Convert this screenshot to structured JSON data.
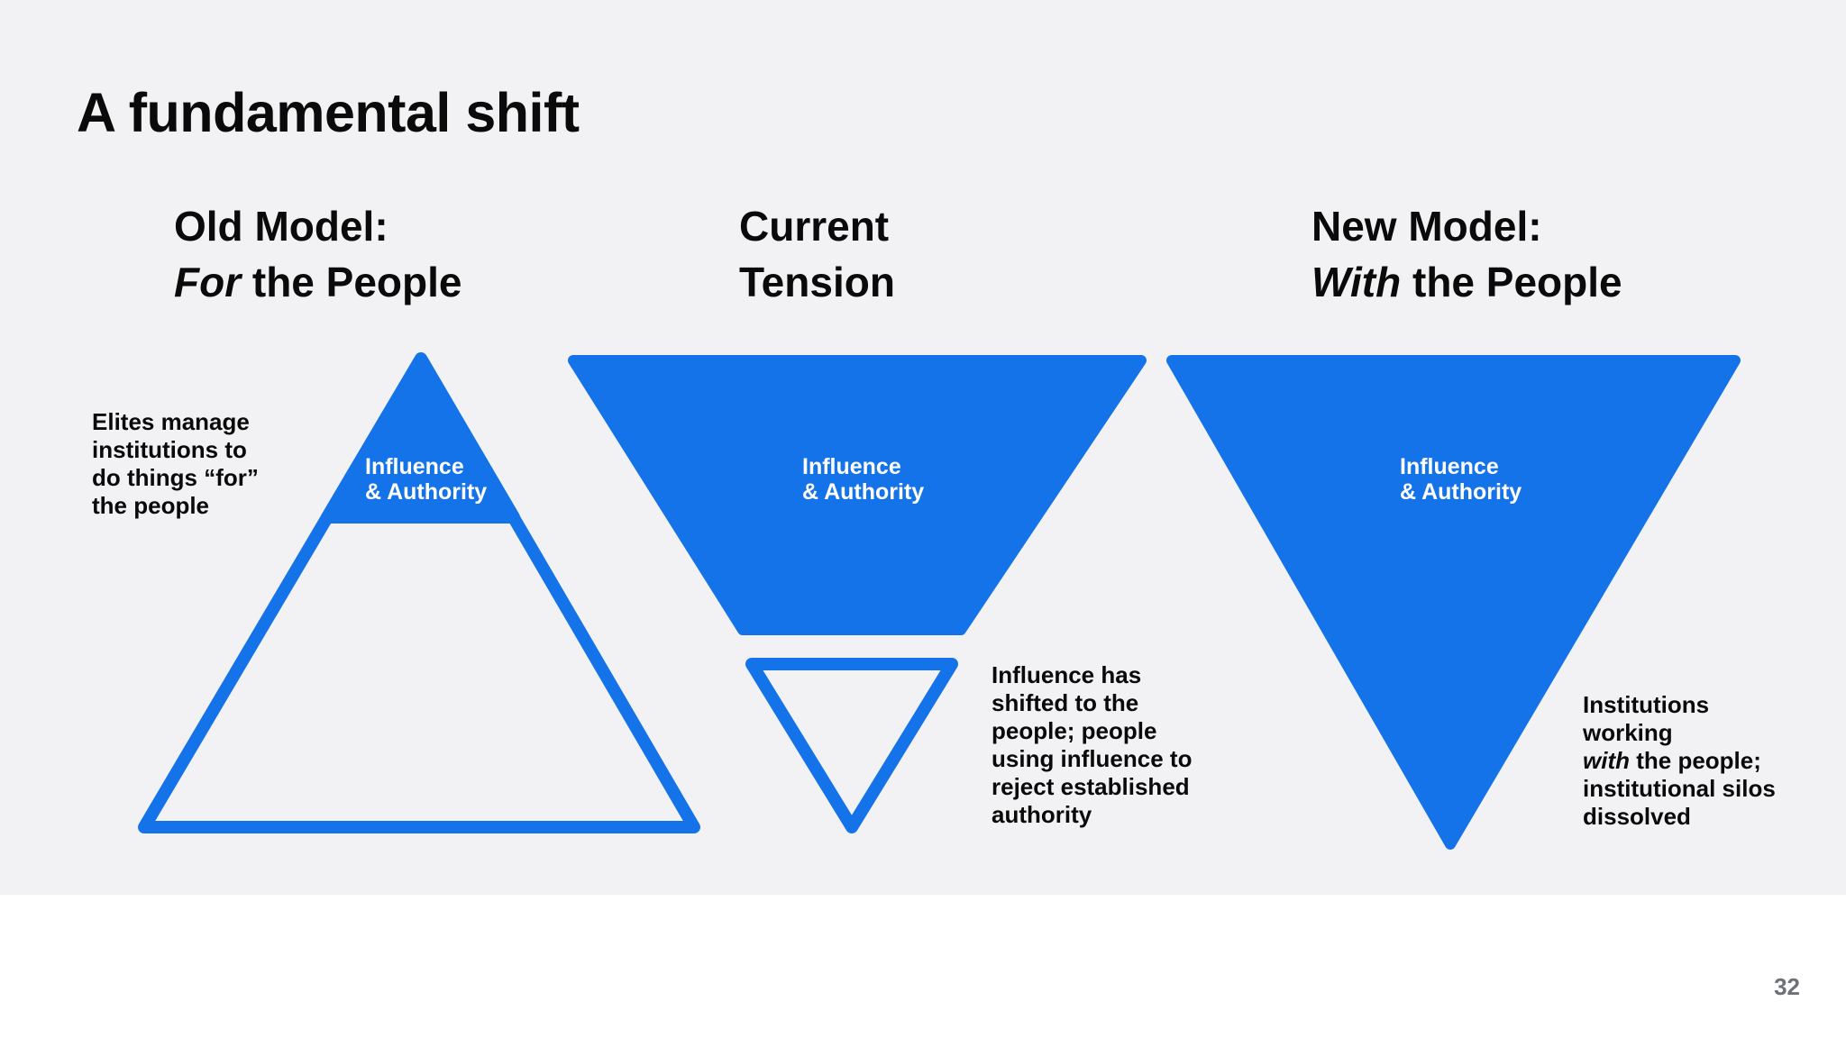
{
  "slide": {
    "title": "A fundamental shift",
    "page_number": "32",
    "colors": {
      "accent_blue": "#1473E8",
      "slide_background": "#F2F1F4",
      "text_black": "#0A0A0A",
      "label_white": "#FFFFFF",
      "page_number_gray": "#6D7278"
    }
  },
  "columns": [
    {
      "heading_line1": "Old Model:",
      "heading_line2_emphasis": "For",
      "heading_line2_rest": " the People",
      "shape": "pyramid-with-filled-top",
      "shape_label": "Influence\n& Authority",
      "annotation_pre": "Elites manage\ninstitutions to\ndo things “for”\nthe people",
      "annotation_emphasis": "",
      "annotation_post": ""
    },
    {
      "heading_line1": "Current",
      "heading_line2_emphasis": "",
      "heading_line2_rest": "Tension",
      "shape": "inverted-funnel-over-small-outlined-triangle",
      "shape_label": "Influence\n& Authority",
      "annotation_pre": "Influence has\nshifted to the\npeople; people\nusing influence to\nreject established\nauthority",
      "annotation_emphasis": "",
      "annotation_post": ""
    },
    {
      "heading_line1": "New Model:",
      "heading_line2_emphasis": "With",
      "heading_line2_rest": " the People",
      "shape": "large-inverted-triangle",
      "shape_label": "Influence\n& Authority",
      "annotation_pre": "Institutions\nworking\n",
      "annotation_emphasis": "with",
      "annotation_post": " the people;\ninstitutional silos\ndissolved"
    }
  ]
}
